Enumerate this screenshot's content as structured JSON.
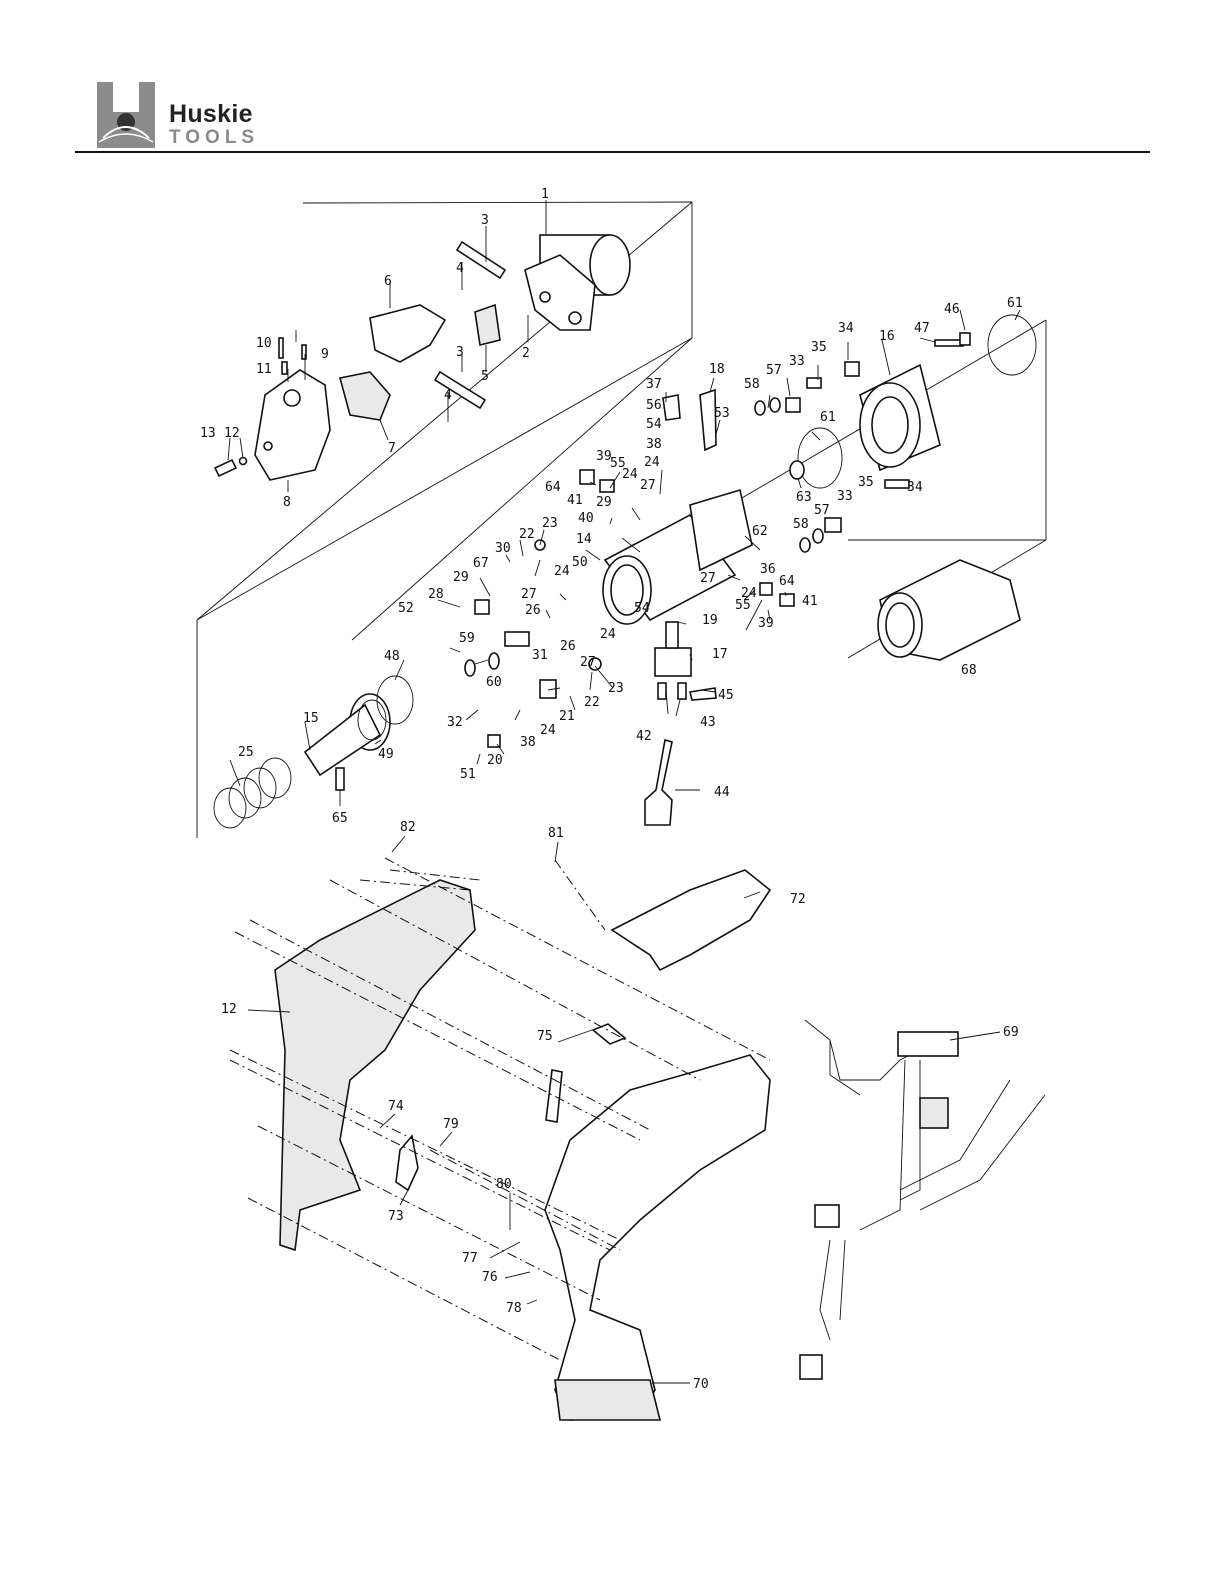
{
  "header": {
    "brand_word": "Huskie",
    "brand_sub": "TOOLS",
    "logo_icon": "huskie-h-logo-icon"
  },
  "diagram": {
    "callouts": [
      "1",
      "2",
      "3",
      "4",
      "5",
      "6",
      "7",
      "8",
      "9",
      "10",
      "11",
      "12",
      "13",
      "14",
      "15",
      "16",
      "17",
      "18",
      "19",
      "20",
      "21",
      "22",
      "23",
      "24",
      "25",
      "26",
      "27",
      "28",
      "29",
      "30",
      "31",
      "32",
      "33",
      "34",
      "35",
      "36",
      "37",
      "38",
      "39",
      "40",
      "41",
      "42",
      "43",
      "44",
      "45",
      "46",
      "47",
      "48",
      "49",
      "50",
      "51",
      "52",
      "53",
      "54",
      "55",
      "56",
      "57",
      "58",
      "59",
      "60",
      "61",
      "62",
      "63",
      "64",
      "65",
      "67",
      "68",
      "69",
      "70",
      "72",
      "73",
      "74",
      "75",
      "76",
      "77",
      "78",
      "79",
      "80",
      "81",
      "82"
    ]
  }
}
